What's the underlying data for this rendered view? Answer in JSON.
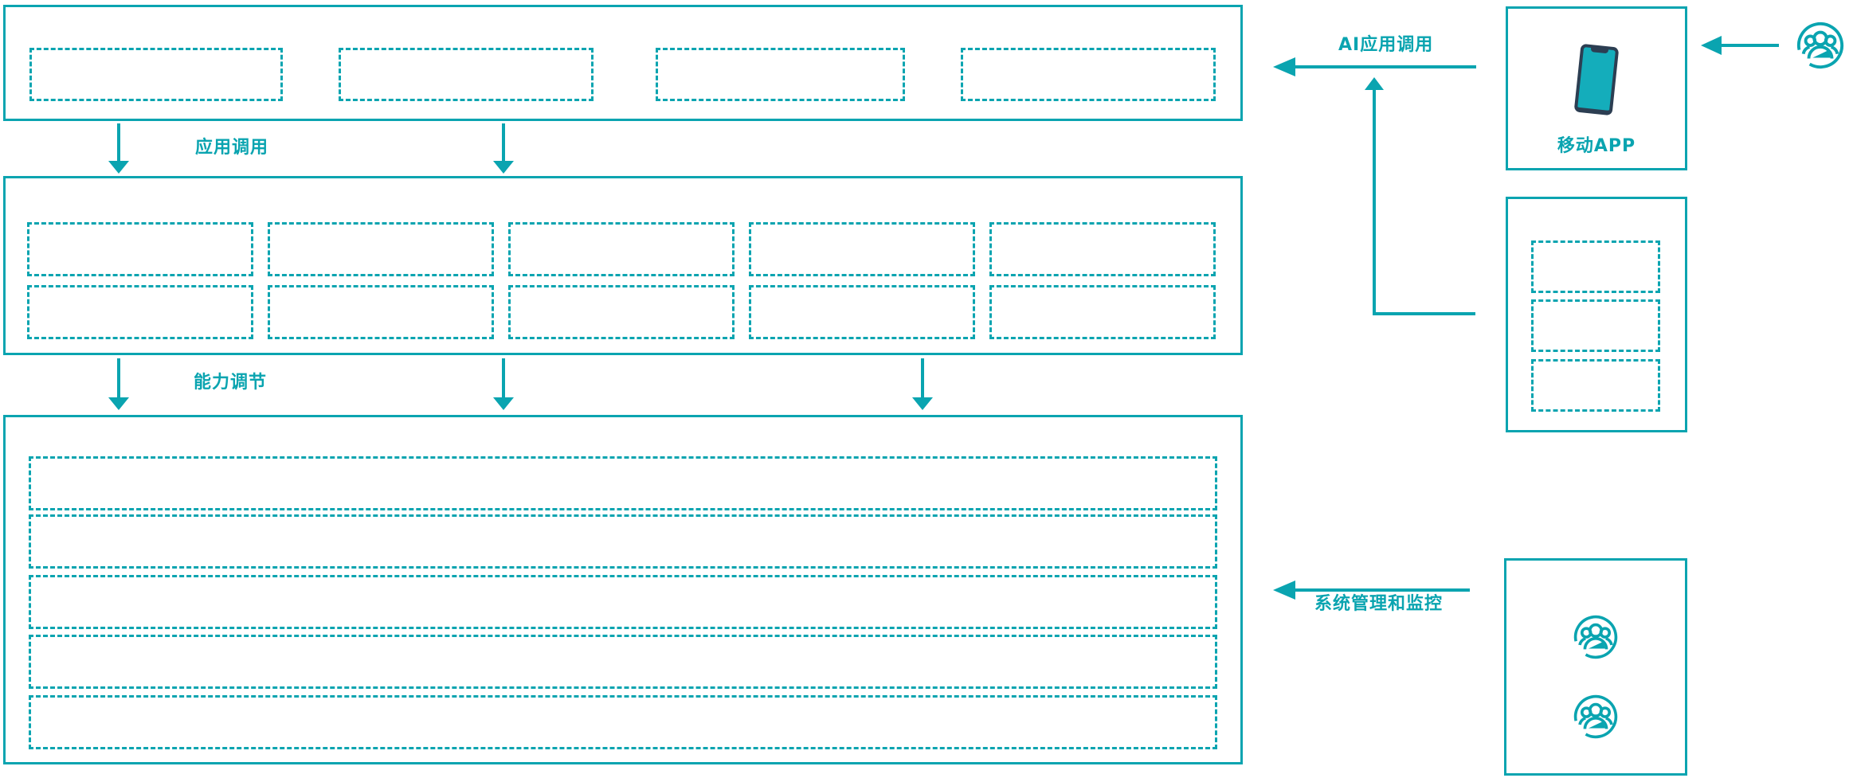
{
  "colors": {
    "teal": "#0aa4b0",
    "navy": "#2c3e52",
    "phone_screen": "#14adbb",
    "background": "#ffffff"
  },
  "flow_labels": {
    "app_call": "应用调用",
    "capability_call": "能力调节",
    "ai_app_call": "AI应用调用",
    "system_monitor": "系统管理和监控"
  },
  "layers": {
    "top": {
      "placeholder_count": 4
    },
    "middle": {
      "placeholder_rows": 2,
      "placeholder_cols": 5
    },
    "bottom": {
      "placeholder_count": 5
    }
  },
  "right_panel": {
    "mobile_app": {
      "label": "移动APP",
      "icon": "smartphone-icon"
    },
    "channel_box": {
      "placeholder_count": 3
    },
    "admin_box": {
      "icon": "user-group-icon",
      "icon_count": 2
    },
    "external_user": {
      "icon": "user-group-icon"
    }
  }
}
